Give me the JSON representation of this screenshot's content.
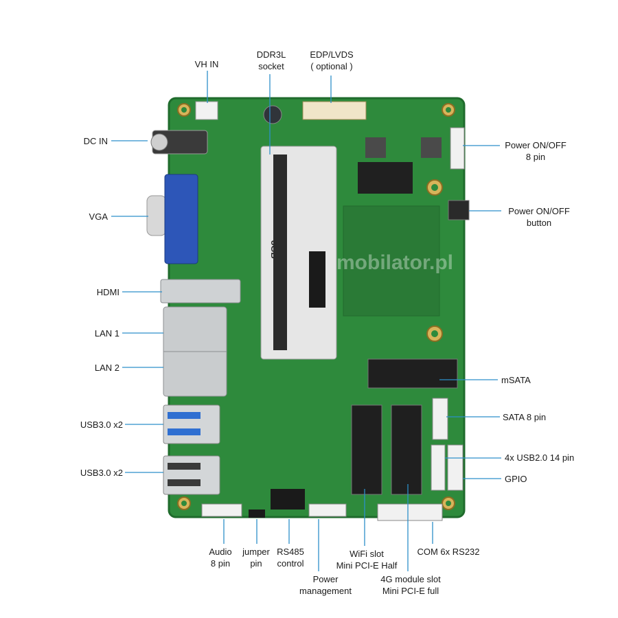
{
  "colors": {
    "board": "#2e8a3c",
    "board_dark": "#1f6b2c",
    "leader": "#2c8fc9",
    "text": "#1a1a1a",
    "metal": "#c9ccce",
    "vga_blue": "#2d56b8",
    "usb_blue": "#2f6fd1"
  },
  "board": {
    "brand_watermark": "mobilator.pl",
    "ram_marking": "8GB"
  },
  "labels": {
    "vh_in": [
      "VH IN"
    ],
    "ddr3l": [
      "DDR3L",
      "socket"
    ],
    "edp": [
      "EDP/LVDS",
      "( optional )"
    ],
    "dc_in": [
      "DC IN"
    ],
    "vga": [
      "VGA"
    ],
    "hdmi": [
      "HDMI"
    ],
    "lan1": [
      "LAN 1"
    ],
    "lan2": [
      "LAN 2"
    ],
    "usb3a": [
      "USB3.0 x2"
    ],
    "usb3b": [
      "USB3.0 x2"
    ],
    "pwr_8pin": [
      "Power ON/OFF",
      "8 pin"
    ],
    "pwr_btn": [
      "Power ON/OFF",
      "button"
    ],
    "msata": [
      "mSATA"
    ],
    "sata": [
      "SATA 8 pin"
    ],
    "usb2": [
      "4x USB2.0 14 pin"
    ],
    "gpio": [
      "GPIO"
    ],
    "audio": [
      "Audio",
      "8 pin"
    ],
    "jumper": [
      "jumper",
      "pin"
    ],
    "rs485": [
      "RS485",
      "control"
    ],
    "power_mgmt": [
      "Power",
      "management"
    ],
    "wifi": [
      "WiFi slot",
      "Mini PCI-E Half"
    ],
    "module4g": [
      "4G module slot",
      "Mini PCI-E full"
    ],
    "com": [
      "COM 6x RS232"
    ]
  }
}
